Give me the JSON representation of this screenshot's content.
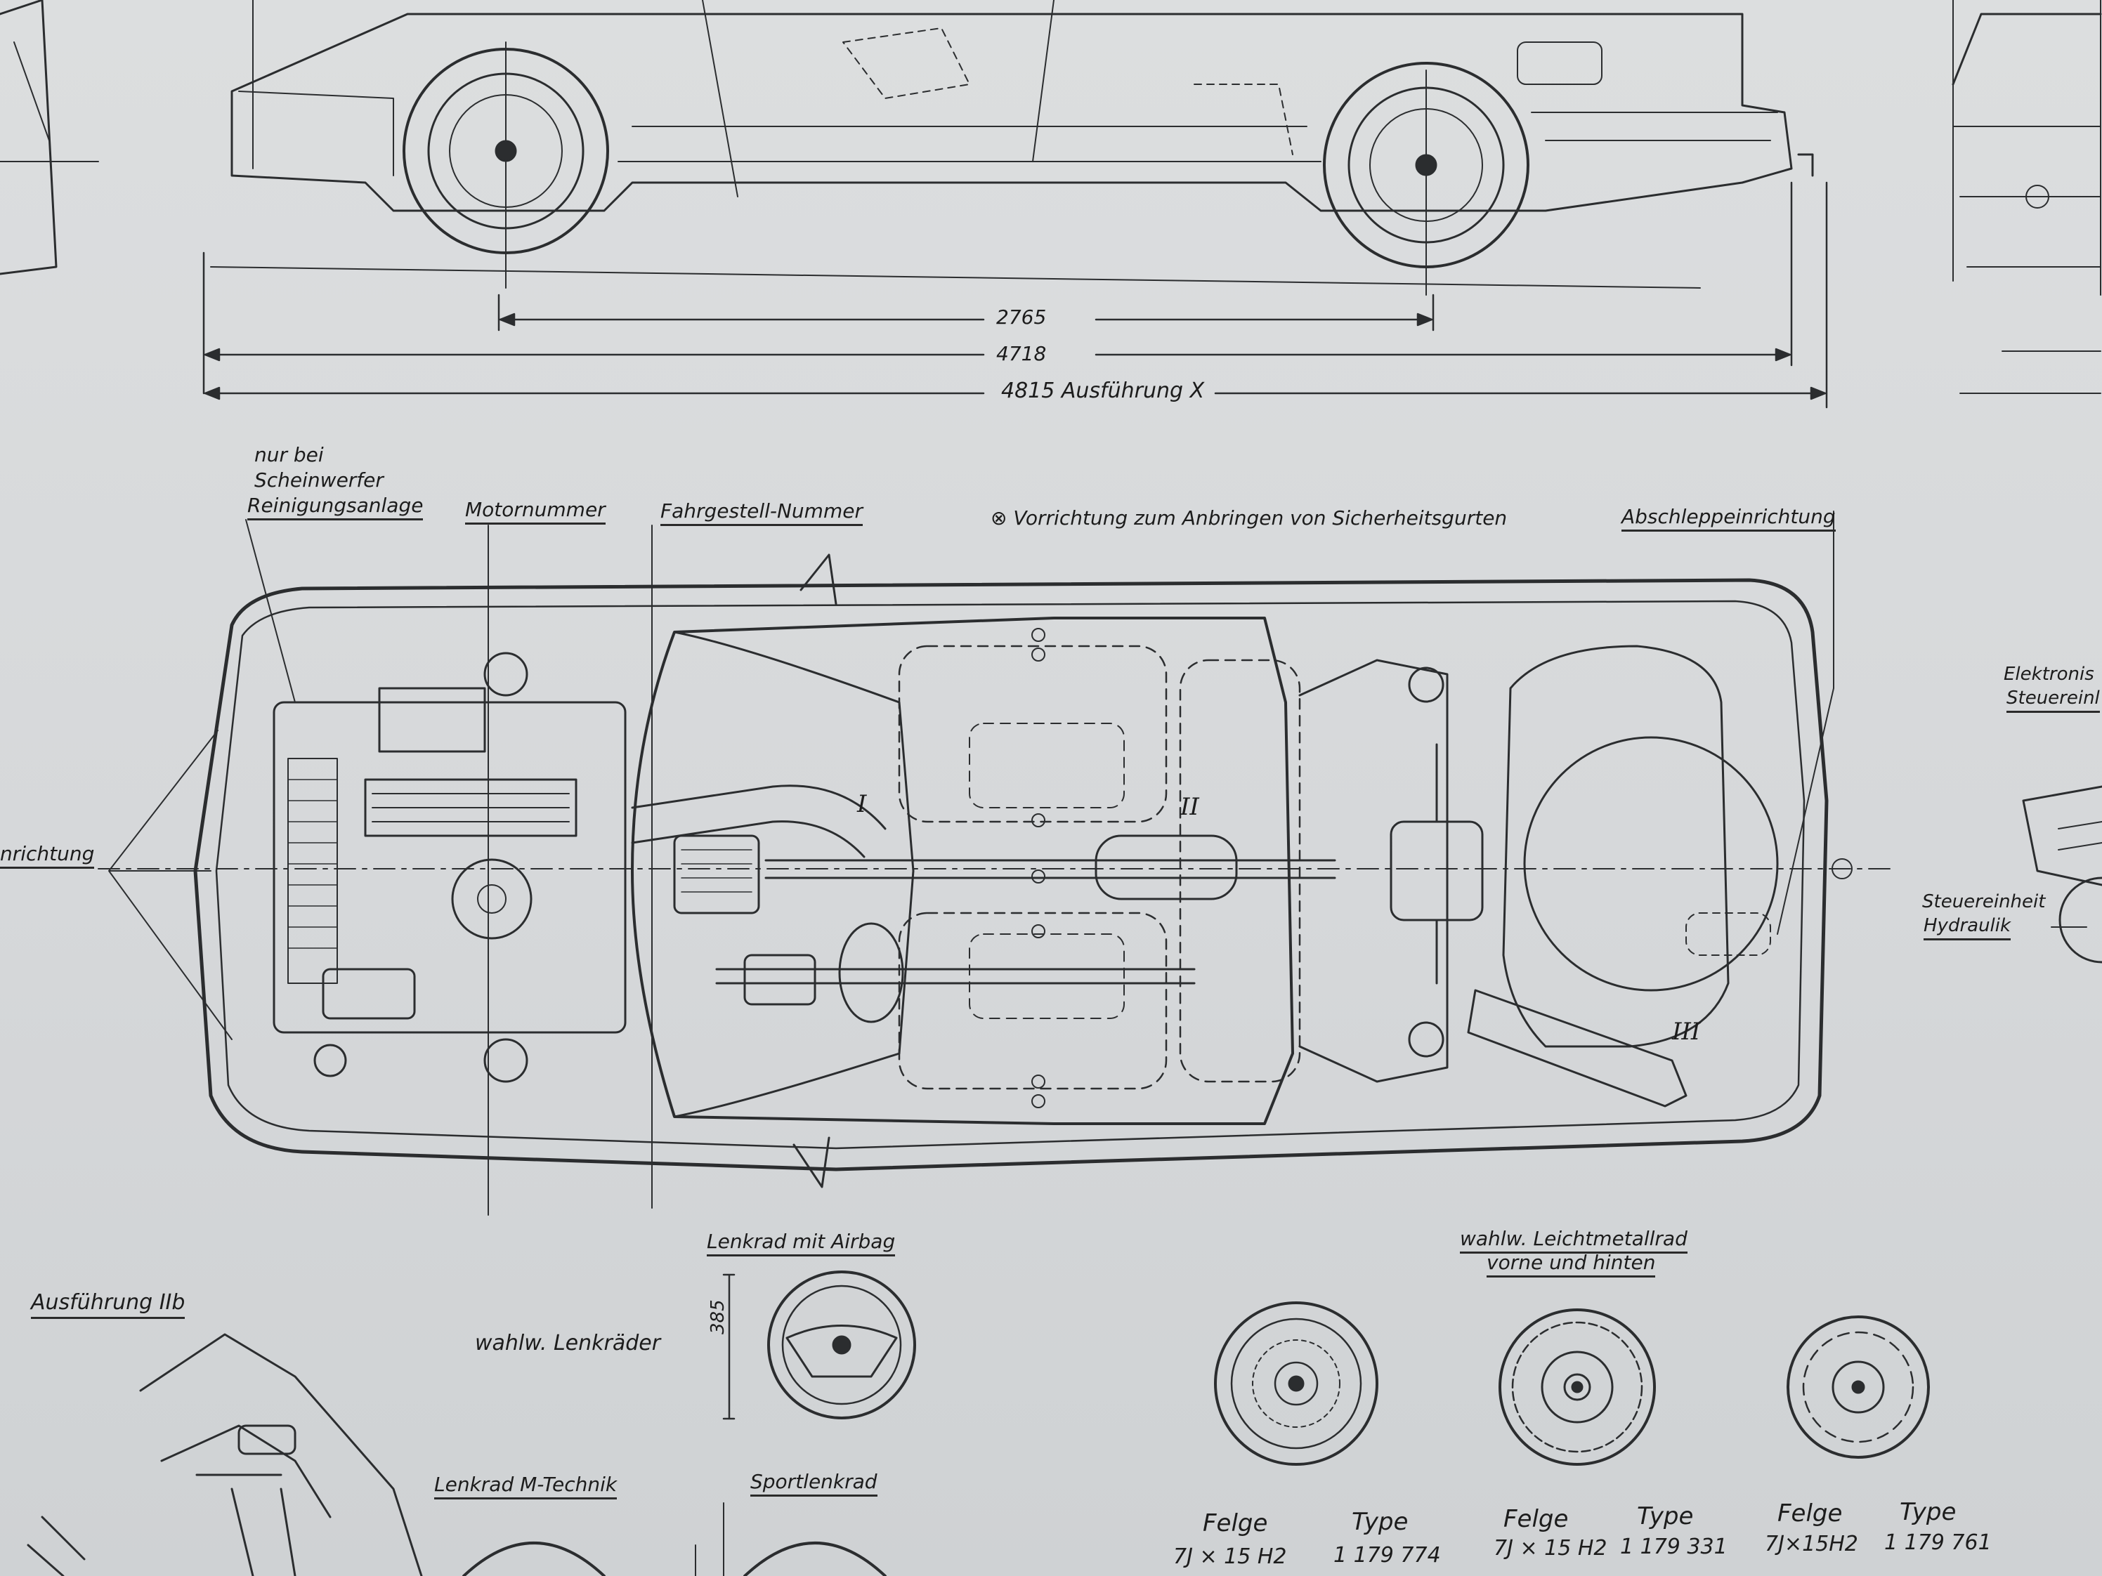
{
  "top_view": {
    "dim_wheelbase": "2765",
    "dim_length": "4718",
    "dim_length_x": "4815 Ausführung X"
  },
  "labels": {
    "washer_line1": "nur bei",
    "washer_line2": "Scheinwerfer",
    "washer_line3": "Reinigungsanlage",
    "engine_number": "Motornummer",
    "chassis_number": "Fahrgestell-Nummer",
    "belt_note": "Vorrichtung zum Anbringen von Sicherheitsgurten",
    "towing": "Abschleppeinrichtung",
    "left_cut": "nrichtung",
    "elec_line1": "Elektronis",
    "elec_line2": "Steuereinl",
    "hyd_line1": "Steuereinheit",
    "hyd_line2": "Hydraulik",
    "zone_1": "I",
    "zone_2": "II",
    "zone_3": "III"
  },
  "accessories": {
    "variant_iib": "Ausführung IIb",
    "airbag_wheel": "Lenkrad mit Airbag",
    "optional_wheels": "wahlw. Lenkräder",
    "wheel_dim": "385",
    "m_tech_wheel": "Lenkrad M-Technik",
    "sport_wheel": "Sportlenkrad",
    "alloy_line1": "wahlw. Leichtmetallrad",
    "alloy_line2": "vorne und hinten"
  },
  "rims": [
    {
      "felge_label": "Felge",
      "felge_value": "7J × 15 H2",
      "type_label": "Type",
      "type_value": "1 179 774"
    },
    {
      "felge_label": "Felge",
      "felge_value": "7J × 15 H2",
      "type_label": "Type",
      "type_value": "1 179 331"
    },
    {
      "felge_label": "Felge",
      "felge_value": "7J×15H2",
      "type_label": "Type",
      "type_value": "1 179 761"
    }
  ]
}
